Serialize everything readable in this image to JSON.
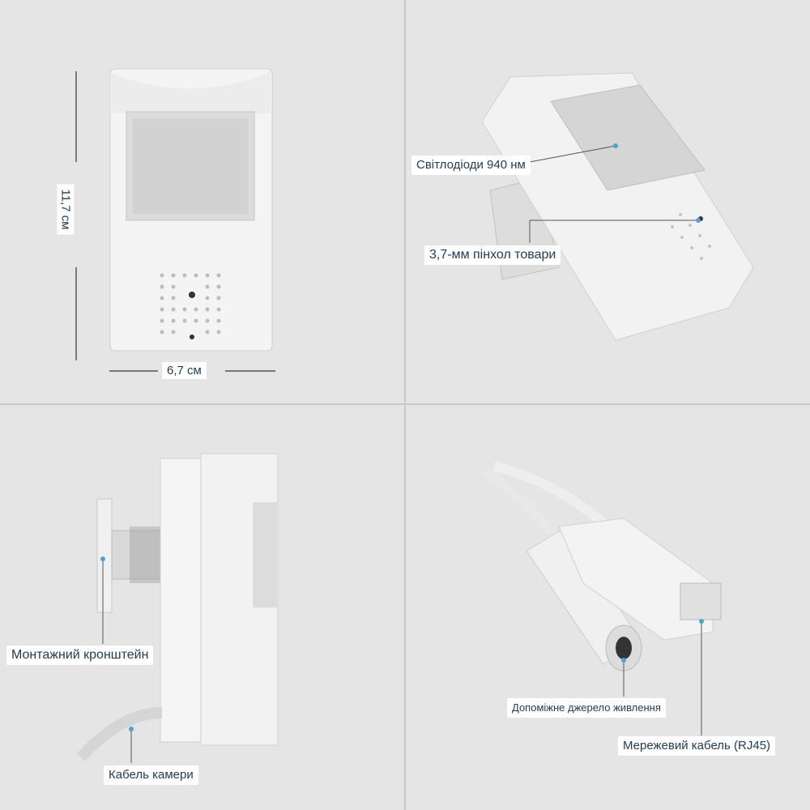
{
  "dimensions": {
    "height": "11,7 см",
    "width": "6,7 см"
  },
  "labels": {
    "leds": "Світлодіоди 940 нм",
    "pinhole": "3,7-мм пінхол товари",
    "bracket": "Монтажний кронштейн",
    "camera_cable": "Кабель камери",
    "aux_power": "Допоміжне джерело живлення",
    "network_cable": "Мережевий кабель (RJ45)"
  },
  "colors": {
    "background": "#e5e5e5",
    "label_text": "#1f3b55",
    "accent_dot": "#4aa3d6"
  }
}
